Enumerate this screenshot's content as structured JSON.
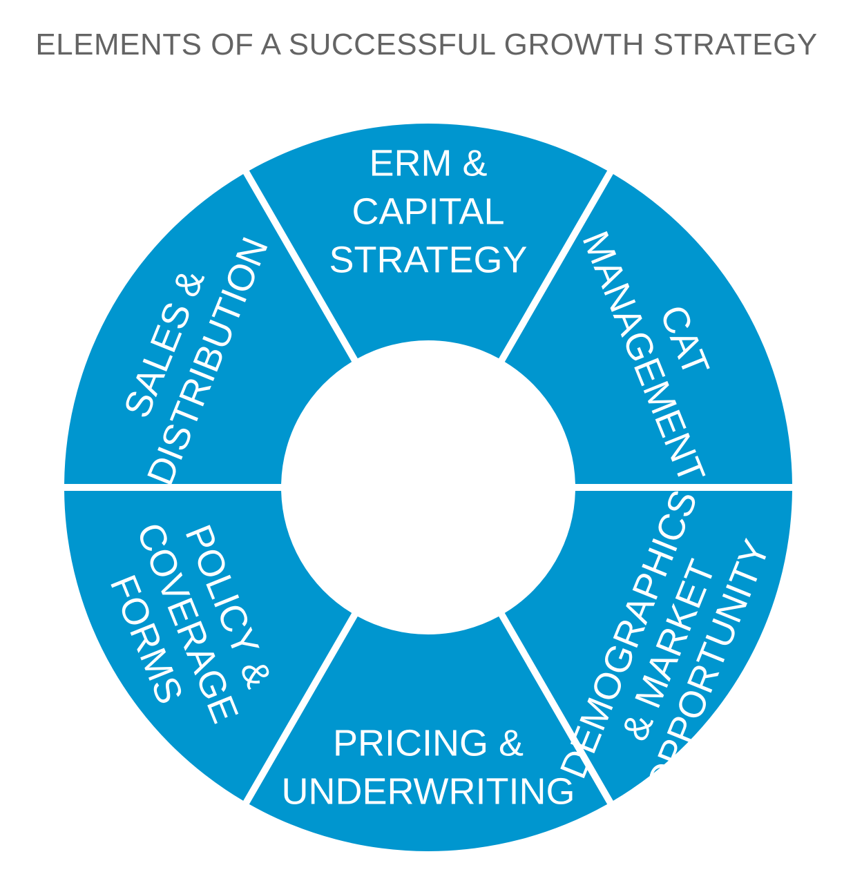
{
  "title": "ELEMENTS OF A SUCCESSFUL GROWTH STRATEGY",
  "colors": {
    "segment_fill": "#0096cf",
    "separator": "#ffffff",
    "label": "#ffffff",
    "title": "#646464"
  },
  "segments": [
    {
      "id": "erm",
      "lines": [
        "ERM &",
        "CAPITAL",
        "STRATEGY"
      ]
    },
    {
      "id": "cat",
      "lines": [
        "CAT",
        "MANAGEMENT"
      ]
    },
    {
      "id": "demographics",
      "lines": [
        "DEMOGRAPHICS",
        "& MARKET",
        "OPPORTUNITY"
      ]
    },
    {
      "id": "pricing",
      "lines": [
        "PRICING &",
        "UNDERWRITING"
      ]
    },
    {
      "id": "policy",
      "lines": [
        "POLICY &",
        "COVERAGE",
        "FORMS"
      ]
    },
    {
      "id": "sales",
      "lines": [
        "SALES &",
        "DISTRIBUTION"
      ]
    }
  ]
}
